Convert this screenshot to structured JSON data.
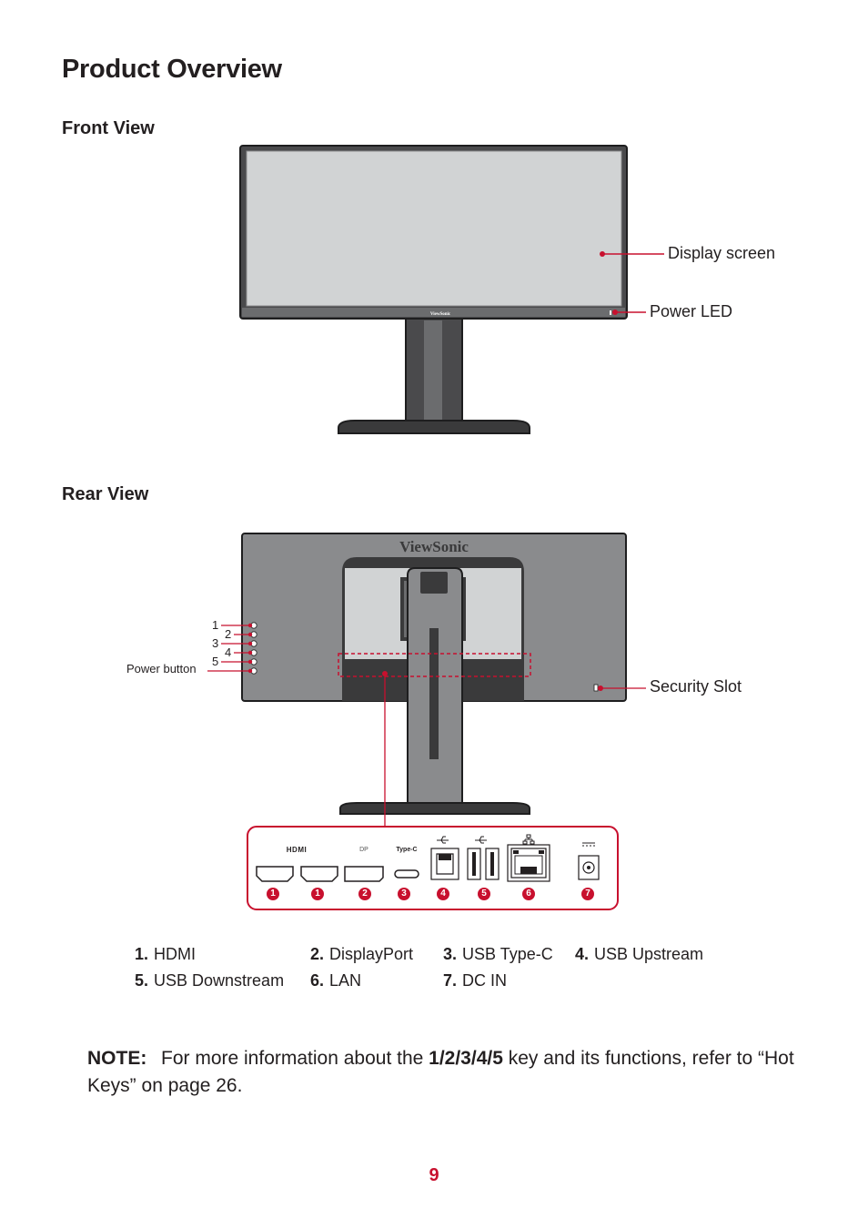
{
  "page": {
    "title": "Product Overview",
    "page_number": "9"
  },
  "front_view": {
    "heading": "Front View",
    "brand_small": "ViewSonic",
    "callouts": {
      "display_screen": "Display screen",
      "power_led": "Power LED"
    }
  },
  "rear_view": {
    "heading": "Rear View",
    "brand": "ViewSonic",
    "callouts": {
      "power_button": "Power button",
      "security_slot": "Security Slot"
    },
    "button_numbers": [
      "1",
      "2",
      "3",
      "4",
      "5"
    ],
    "port_labels": {
      "hdmi": "HDMI",
      "dp": "DP",
      "typec": "Type-C"
    },
    "port_badges": [
      "1",
      "1",
      "2",
      "3",
      "4",
      "5",
      "6",
      "7"
    ]
  },
  "legend": [
    {
      "num": "1.",
      "label": "HDMI"
    },
    {
      "num": "2.",
      "label": "DisplayPort"
    },
    {
      "num": "3.",
      "label": "USB Type-C"
    },
    {
      "num": "4.",
      "label": "USB Upstream"
    },
    {
      "num": "5.",
      "label": "USB Downstream"
    },
    {
      "num": "6.",
      "label": "LAN"
    },
    {
      "num": "7.",
      "label": "DC IN"
    }
  ],
  "note": {
    "label": "NOTE:",
    "text_before": "For more information about the ",
    "keys": "1/2/3/4/5",
    "text_after": " key and its functions, refer to “Hot Keys” on page 26."
  },
  "colors": {
    "accent_red": "#c8102e",
    "monitor_dark": "#3a3a3b",
    "screen_fill": "#d1d3d4",
    "back_gray": "#8a8b8d"
  }
}
